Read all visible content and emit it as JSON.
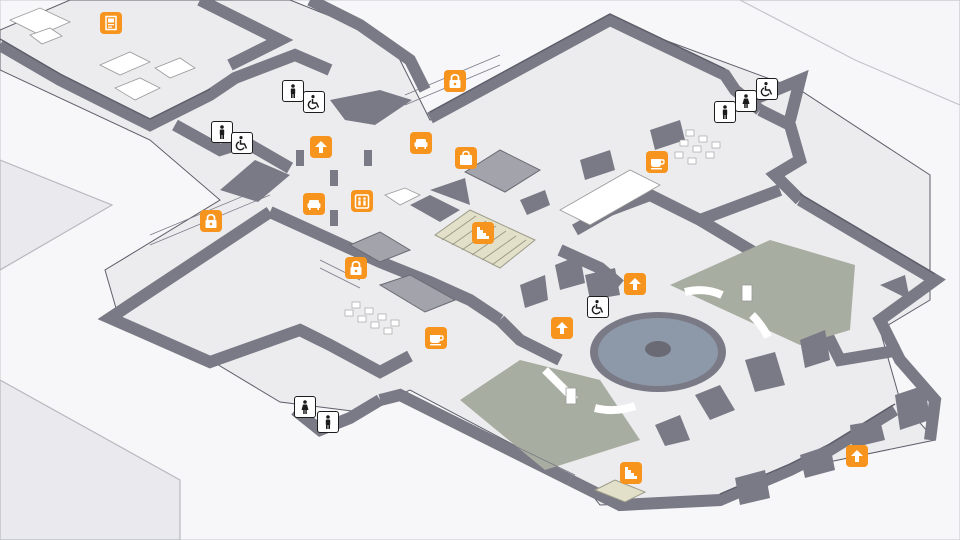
{
  "map": {
    "colors": {
      "accent": "#f7941d",
      "wall": "#7a7a86",
      "wall_dark": "#5e5e6a",
      "floor": "#ececef",
      "background": "#f1f1f4",
      "lawn": "#a7ada0",
      "pond": "#8d99a8",
      "dais": "#9a9aa2"
    },
    "poi_types": {
      "stairs-up": "Stairs up",
      "stairs": "Stairs",
      "cafe": "Cafe",
      "lounge": "Lounge",
      "lockers": "Lockers",
      "shop": "Shop",
      "elevator": "Elevator",
      "info": "Info",
      "restroom-male": "Men's restroom",
      "restroom-female": "Women's restroom",
      "accessible": "Accessible"
    },
    "icon_names": [
      "arrow-up-icon",
      "stairs-icon",
      "coffee-cup-icon",
      "armchair-icon",
      "padlock-icon",
      "shopping-bag-icon",
      "elevator-icon",
      "info-board-icon",
      "male-icon",
      "female-icon",
      "wheelchair-icon"
    ]
  }
}
